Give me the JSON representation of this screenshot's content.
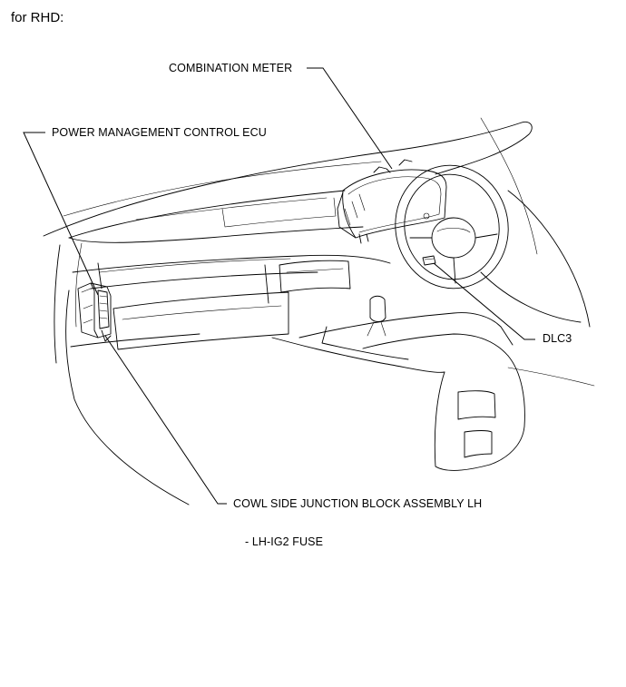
{
  "heading": "for RHD:",
  "labels": {
    "combination_meter": "COMBINATION METER",
    "power_management_ecu": "POWER MANAGEMENT CONTROL ECU",
    "dlc3": "DLC3",
    "cowl_side_jb": "COWL SIDE JUNCTION BLOCK ASSEMBLY LH",
    "fuse": "- LH-IG2 FUSE"
  }
}
